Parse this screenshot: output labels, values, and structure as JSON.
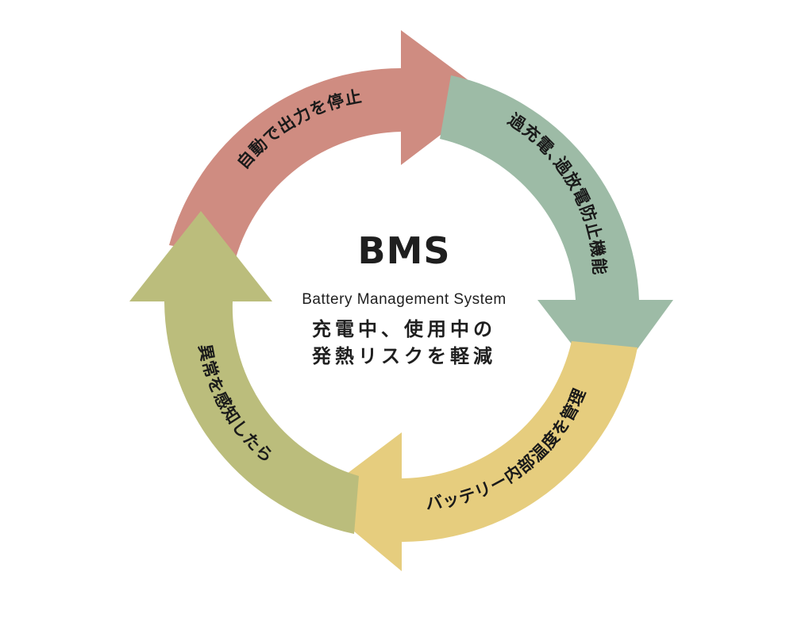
{
  "diagram": {
    "title": "BMS",
    "subtitle": "Battery Management System",
    "description_line1": "充電中、使用中の",
    "description_line2": "発熱リスクを軽減",
    "segments": [
      {
        "label": "自動で出力を停止",
        "color": "#cf8c81"
      },
      {
        "label": "過充電､過放電防止機能",
        "color": "#9dbba6"
      },
      {
        "label": "バッテリー内部温度を管理",
        "color": "#e6cd7e"
      },
      {
        "label": "異常を感知したら",
        "color": "#bbbd7c"
      }
    ]
  }
}
